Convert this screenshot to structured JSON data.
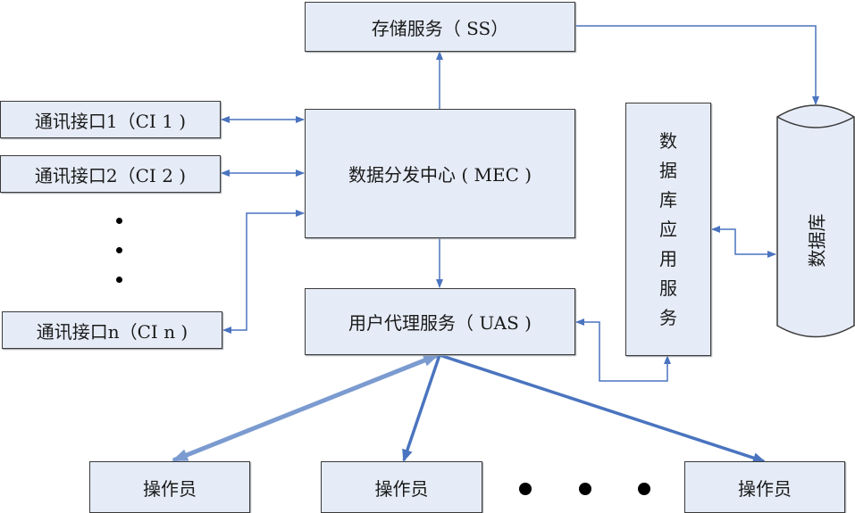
{
  "diagram": {
    "storage_service": "存储服务（ SS）",
    "mec": "数据分发中心 ( MEC )",
    "uas": "用户代理服务（ UAS )",
    "comm_interfaces": [
      "通讯接口1（CI 1 )",
      "通讯接口2（CI 2 )",
      "通讯接口n（CI n )"
    ],
    "db_app_service_chars": [
      "数",
      "据",
      "库",
      "应",
      "用",
      "服",
      "务"
    ],
    "database": "数据库",
    "operators": [
      "操作员",
      "操作员",
      "操作员"
    ],
    "colors": {
      "box_fill": "#e6ecf7",
      "box_border": "#3a3a3a",
      "arrow": "#4a74bf",
      "arrow_light": "#7b9bd0"
    }
  }
}
